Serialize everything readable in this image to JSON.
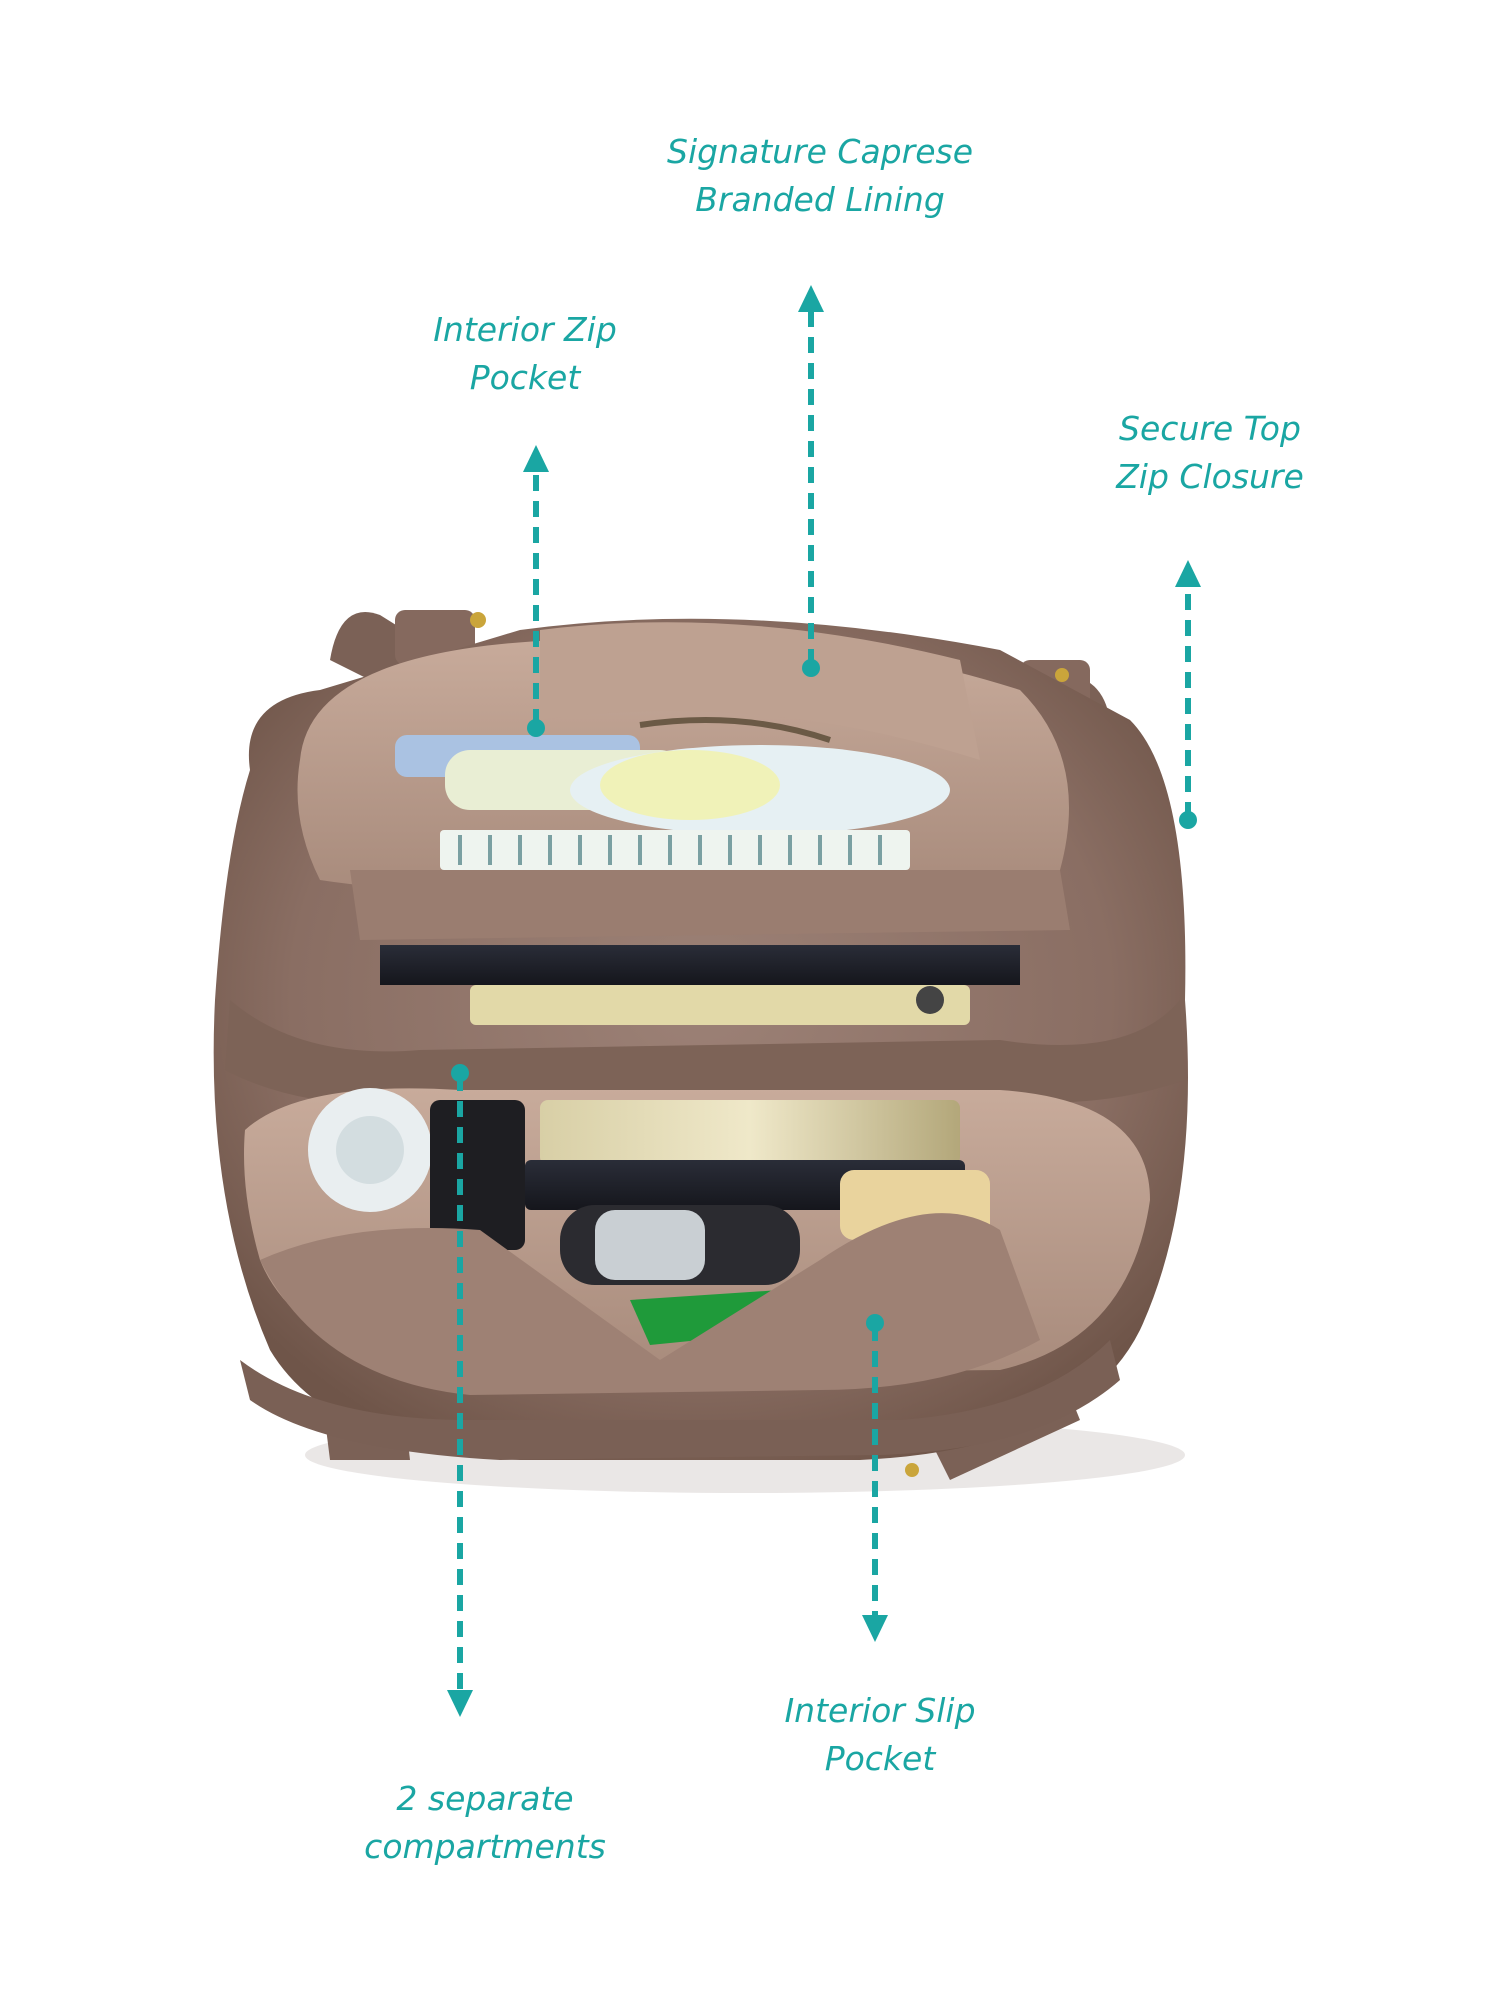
{
  "annotations": {
    "lining": {
      "lines": [
        "Signature Caprese",
        "Branded Lining"
      ]
    },
    "zip_pocket": {
      "lines": [
        "Interior Zip",
        "Pocket"
      ]
    },
    "top_zip": {
      "lines": [
        "Secure Top",
        "Zip Closure"
      ]
    },
    "slip_pocket": {
      "lines": [
        "Interior Slip",
        "Pocket"
      ]
    },
    "compartments": {
      "lines": [
        "2 separate",
        "compartments"
      ]
    }
  },
  "colors": {
    "annotation": "#1aa6a3",
    "bag_leather": "#8a6e63",
    "bag_lining": "#b99b8c",
    "background": "#ffffff"
  }
}
